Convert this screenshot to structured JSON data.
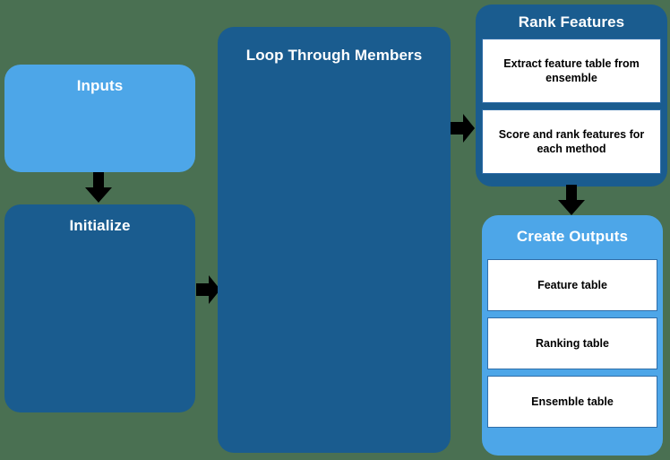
{
  "diagram": {
    "background_color": "#4a7052",
    "palette": {
      "light_blue": "#4da6e8",
      "dark_blue": "#1a5c8f",
      "sub_box_fill": "#ffffff",
      "sub_box_border": "#2f6da8",
      "title_text": "#ffffff",
      "sub_box_text": "#000000",
      "arrow_color": "#000000"
    },
    "nodes": {
      "inputs": {
        "title": "Inputs"
      },
      "initialize": {
        "title": "Initialize"
      },
      "loop_through_members": {
        "title": "Loop Through Members"
      },
      "rank_features": {
        "title": "Rank Features",
        "steps": [
          {
            "label": "Extract feature table from ensemble"
          },
          {
            "label": "Score and rank features for each method"
          }
        ]
      },
      "create_outputs": {
        "title": "Create Outputs",
        "outputs": [
          {
            "label": "Feature table"
          },
          {
            "label": "Ranking table"
          },
          {
            "label": "Ensemble table"
          }
        ]
      }
    },
    "connectors": [
      {
        "name": "inputs-to-initialize",
        "direction": "down"
      },
      {
        "name": "initialize-to-loop",
        "direction": "right"
      },
      {
        "name": "loop-to-rank-features",
        "direction": "right"
      },
      {
        "name": "rank-features-to-create-outputs",
        "direction": "down"
      }
    ]
  }
}
